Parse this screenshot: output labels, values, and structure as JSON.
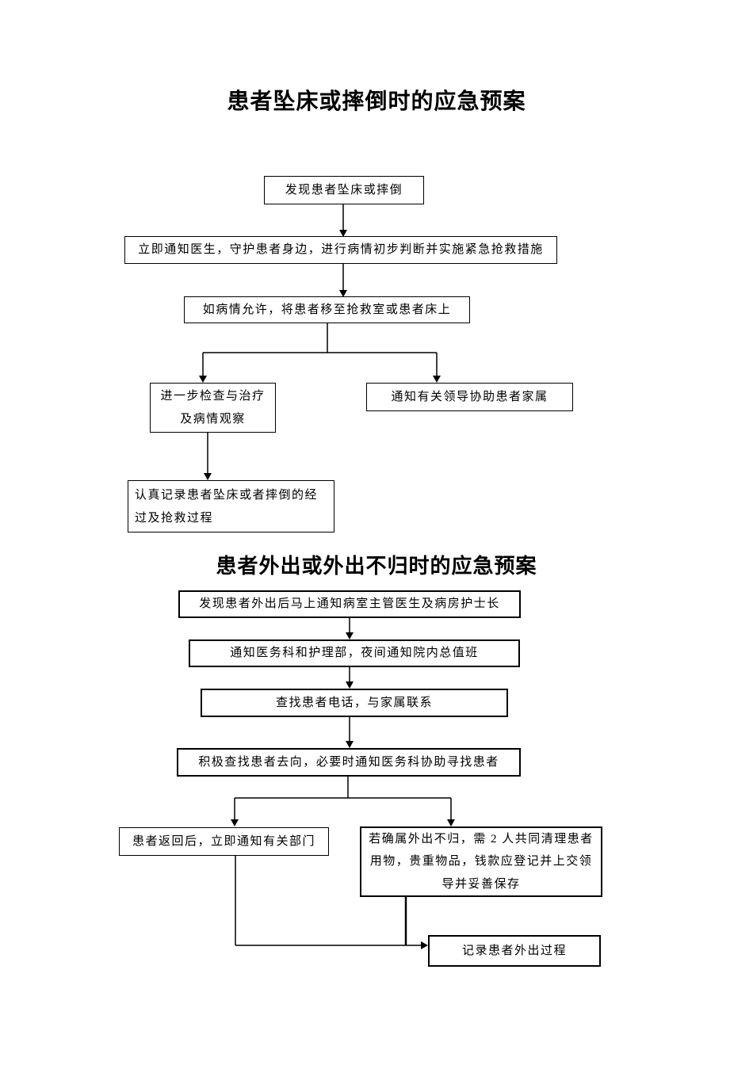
{
  "page": {
    "background_color": "#ffffff",
    "text_color": "#000000",
    "border_color": "#000000"
  },
  "flowcharts": [
    {
      "title": "患者坠床或摔倒时的应急预案",
      "nodes": {
        "discover": "发现患者坠床或摔倒",
        "notify_doctor": "立即通知医生，守护患者身边，进行病情初步判断并实施紧急抢救措施",
        "move_patient": "如病情允许，将患者移至抢救室或患者床上",
        "further_check": "进一步检查与治疗及病情观察",
        "notify_leaders": "通知有关领导协助患者家属",
        "record_fall": "认真记录患者坠床或者摔倒的经过及抢救过程"
      }
    },
    {
      "title": "患者外出或外出不归时的应急预案",
      "nodes": {
        "discover_out": "发现患者外出后马上通知病室主管医生及病房护士长",
        "notify_departments": "通知医务科和护理部，夜间通知院内总值班",
        "contact_family": "查找患者电话，与家属联系",
        "search_patient": "积极查找患者去向，必要时通知医务科协助寻找患者",
        "patient_returned": "患者返回后，立即通知有关部门",
        "not_returned": "若确属外出不归，需 2 人共同清理患者用物，贵重物品，钱款应登记并上交领导并妥善保存",
        "record_out": "记录患者外出过程"
      }
    }
  ]
}
